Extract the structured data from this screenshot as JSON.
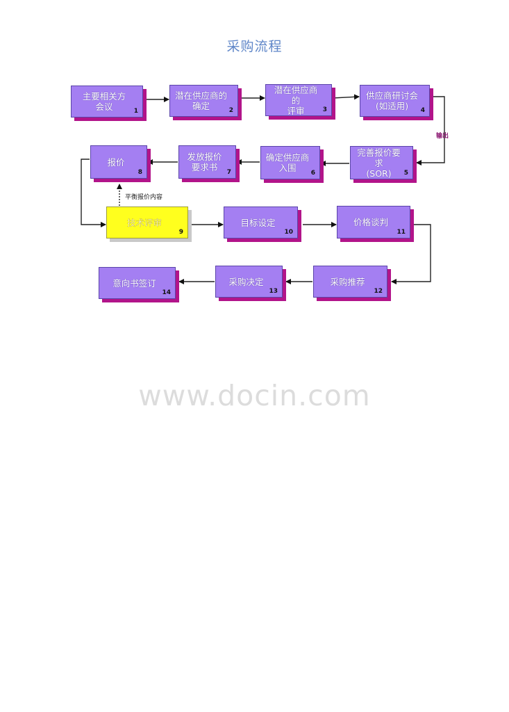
{
  "title": "采购流程",
  "watermark": "www.docin.com",
  "annotations": {
    "output": "输出",
    "balance": "平衡报价内容"
  },
  "colors": {
    "box_fill": "#a47ff2",
    "box_shadow": "#b2148a",
    "highlight_fill": "#ffff1e",
    "title": "#5f86c8"
  },
  "steps": [
    {
      "label": "主要相关方\n会议",
      "num": "1"
    },
    {
      "label": "潜在供应商的\n确定",
      "num": "2"
    },
    {
      "label": "潜在供应商的\n评审",
      "num": "3"
    },
    {
      "label": "供应商研讨会\n(如适用)",
      "num": "4"
    },
    {
      "label": "完善报价要求\n(SOR)",
      "num": "5"
    },
    {
      "label": "确定供应商\n入围",
      "num": "6"
    },
    {
      "label": "发放报价\n要求书",
      "num": "7"
    },
    {
      "label": "报价",
      "num": "8"
    },
    {
      "label": "技术评审",
      "num": "9"
    },
    {
      "label": "目标设定",
      "num": "10"
    },
    {
      "label": "价格谈判",
      "num": "11"
    },
    {
      "label": "采购推荐",
      "num": "12"
    },
    {
      "label": "采购决定",
      "num": "13"
    },
    {
      "label": "意向书签订",
      "num": "14"
    }
  ]
}
